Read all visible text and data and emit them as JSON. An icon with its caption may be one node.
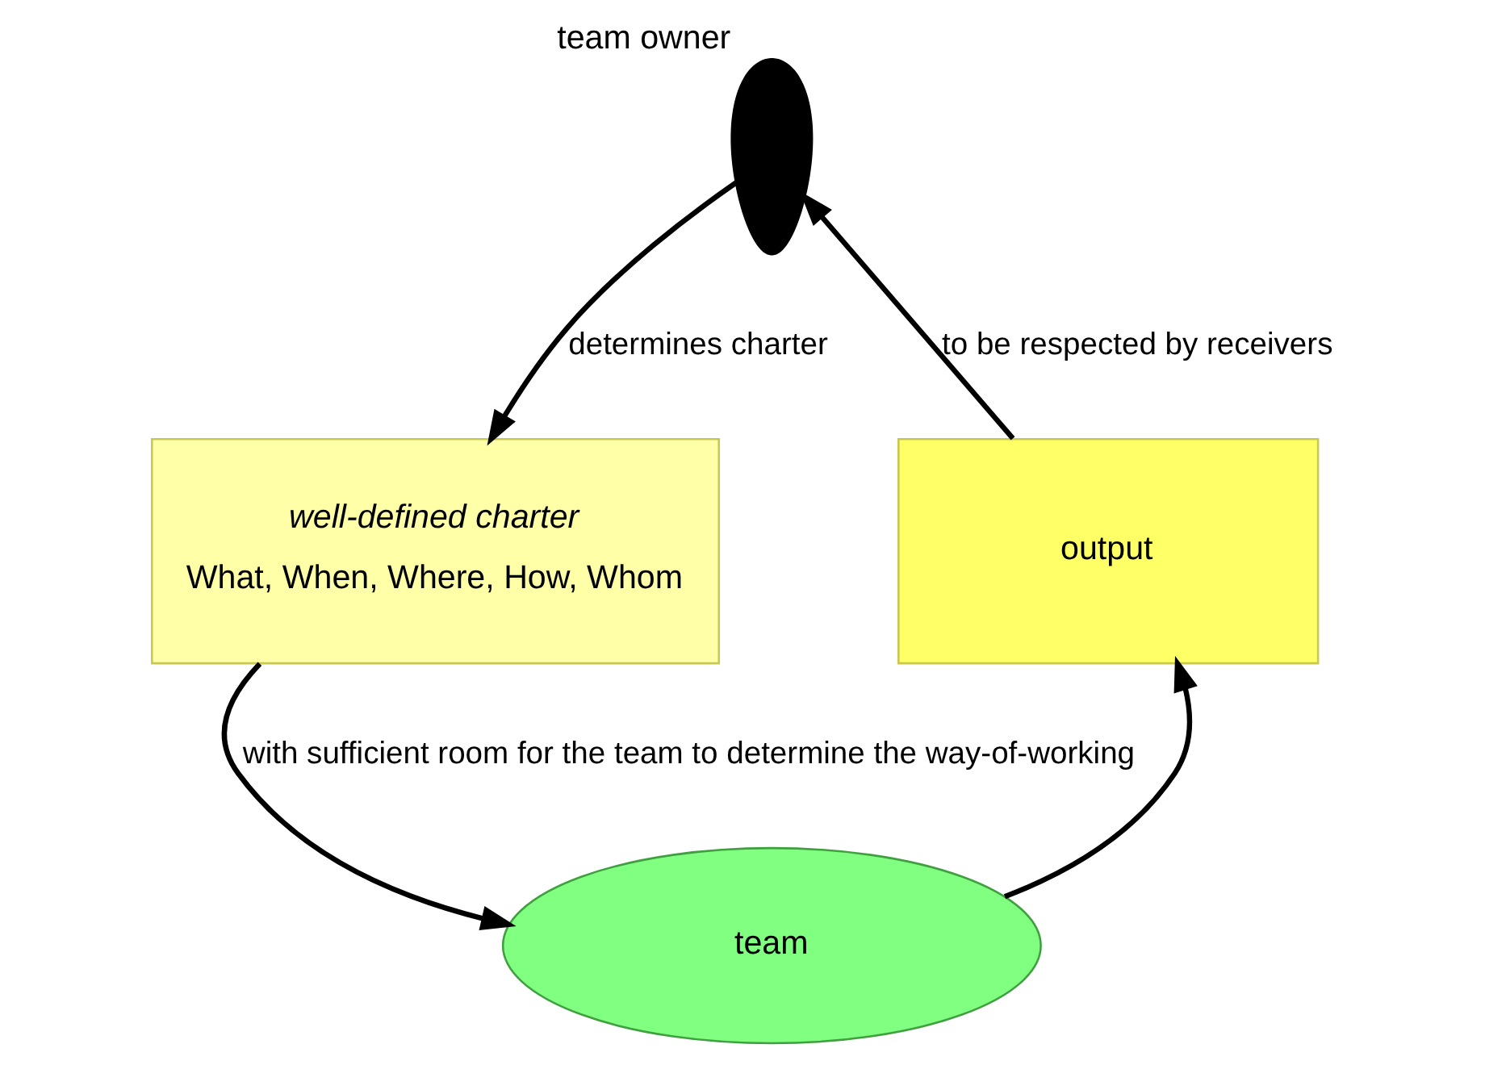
{
  "diagram": {
    "nodes": [
      {
        "text": [],
        "shape": "person",
        "beside": [
          "team owner"
        ]
      },
      {
        "text": [
          "well-defined charter",
          "What, When, Where, How, Whom"
        ]
      },
      {
        "text": [
          "team"
        ]
      },
      {
        "text": [
          "output"
        ]
      }
    ],
    "edges": [
      {
        "from": 0,
        "to": 1,
        "arrow": "to",
        "label": "determines charter"
      },
      {
        "from": 1,
        "to": 2,
        "arrow": "to",
        "label": "with sufficient room for the team to determine the way-of-working"
      },
      {
        "from": 2,
        "to": 3,
        "arrow": "to"
      },
      {
        "from": 3,
        "to": 0,
        "arrow": "to",
        "label": "to be respected by receivers"
      }
    ]
  }
}
